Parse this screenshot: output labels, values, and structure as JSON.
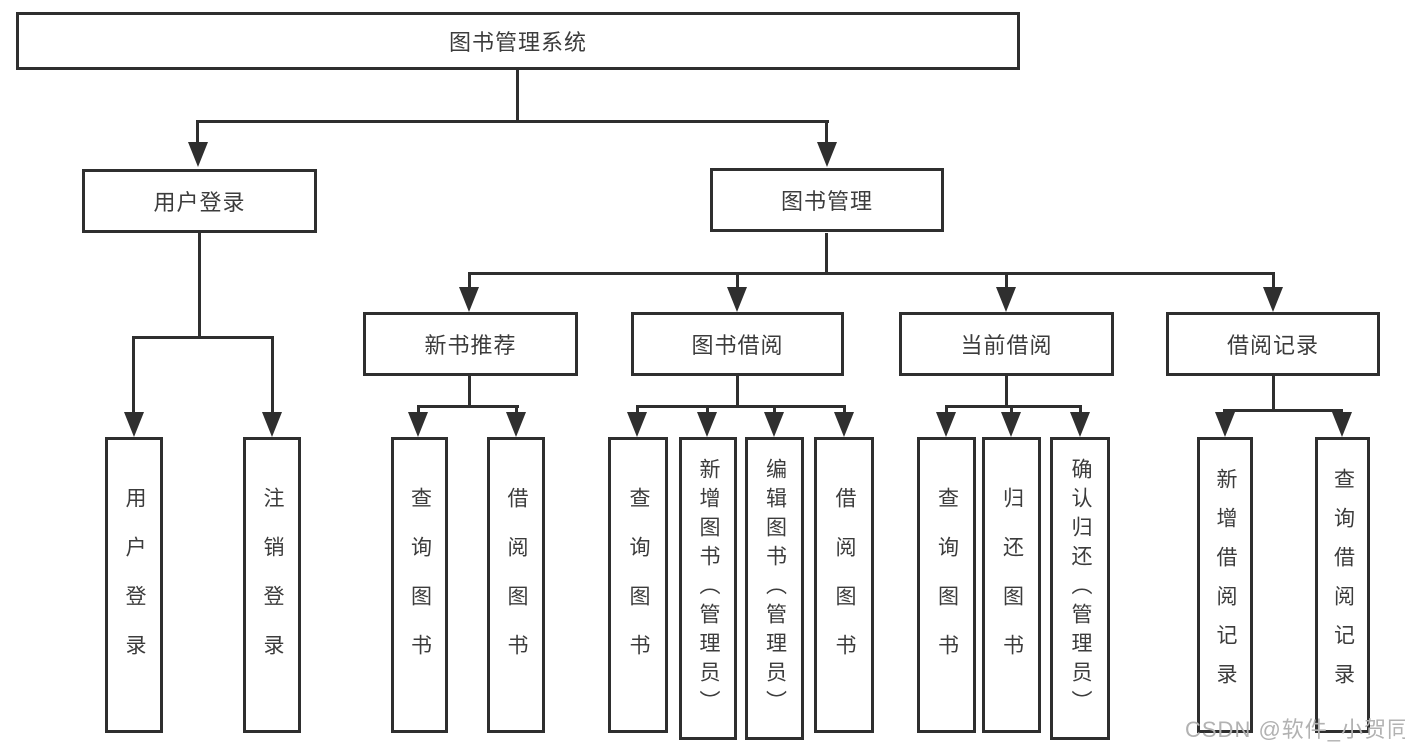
{
  "title": "图书管理系统",
  "nodes": {
    "root": "图书管理系统",
    "user_login": "用户登录",
    "book_mgmt": "图书管理",
    "new_book_rec": "新书推荐",
    "book_borrow": "图书借阅",
    "current_borrow": "当前借阅",
    "borrow_records": "借阅记录",
    "col_user_login": "用户登录",
    "col_logout": "注销登录",
    "col_query_book_1": "查询图书",
    "col_borrow_book_1": "借阅图书",
    "col_query_book_2": "查询图书",
    "col_add_book": "新增图书（管理员）",
    "col_edit_book": "编辑图书（管理员）",
    "col_borrow_book_2": "借阅图书",
    "col_query_book_3": "查询图书",
    "col_return_book": "归还图书",
    "col_confirm_return": "确认归还（管理员）",
    "col_add_record": "新增借阅记录",
    "col_query_record": "查询借阅记录"
  },
  "hierarchy": {
    "图书管理系统": {
      "用户登录": [
        "用户登录",
        "注销登录"
      ],
      "图书管理": {
        "新书推荐": [
          "查询图书",
          "借阅图书"
        ],
        "图书借阅": [
          "查询图书",
          "新增图书（管理员）",
          "编辑图书（管理员）",
          "借阅图书"
        ],
        "当前借阅": [
          "查询图书",
          "归还图书",
          "确认归还（管理员）"
        ],
        "借阅记录": [
          "新增借阅记录",
          "查询借阅记录"
        ]
      }
    }
  },
  "watermark": "CSDN @软件_小贺同学",
  "colors": {
    "line": "#2f2f2f",
    "text": "#3c3c3c",
    "background": "#ffffff",
    "watermark": "#b2b2b2"
  }
}
